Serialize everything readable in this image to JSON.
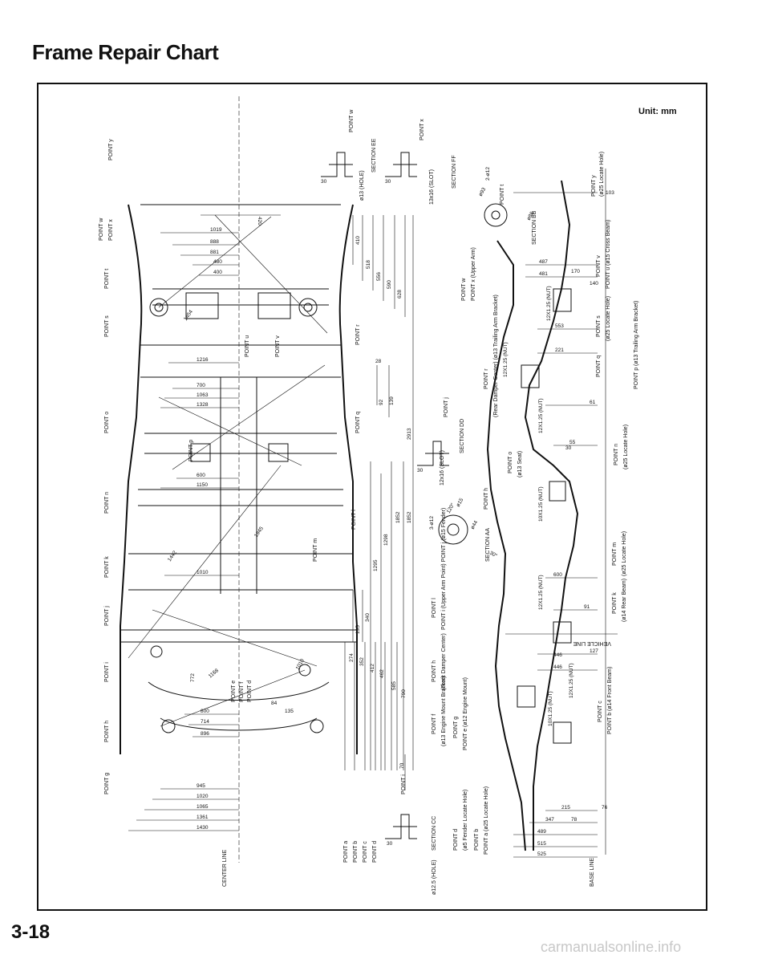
{
  "page": {
    "title": "Frame Repair Chart",
    "unit": "Unit: mm",
    "page_number": "3-18",
    "watermark": "carmanualsonline.info"
  },
  "top_view": {
    "center_line": "CENTER LINE",
    "points": [
      "POINT y",
      "POINT w",
      "POINT x",
      "POINT t",
      "POINT s",
      "POINT u",
      "POINT v",
      "POINT r",
      "POINT q",
      "POINT o",
      "POINT p",
      "POINT n",
      "POINT m",
      "POINT l",
      "POINT k",
      "POINT j",
      "POINT i",
      "POINT h",
      "POINT g",
      "POINT f",
      "POINT e",
      "POINT d",
      "POINT c",
      "POINT b",
      "POINT a"
    ],
    "dims_transverse": [
      "420",
      "1019",
      "888",
      "881",
      "480",
      "400",
      "1216",
      "700",
      "1063",
      "1328",
      "600",
      "1150",
      "1010",
      "772",
      "800",
      "714",
      "896",
      "945",
      "1020",
      "1065",
      "1361",
      "1430",
      "135",
      "84"
    ],
    "dims_diagonal": [
      "1454",
      "1945",
      "1442",
      "1168",
      "1010"
    ],
    "dims_longitudinal": [
      "410",
      "518",
      "556",
      "590",
      "628",
      "28",
      "92",
      "139",
      "2913",
      "1295",
      "1298",
      "1852",
      "195",
      "340",
      "274",
      "352",
      "412",
      "462",
      "585",
      "790",
      "70"
    ],
    "sections": {
      "ee": {
        "title": "SECTION EE",
        "hole": "ø13 (HOLE)",
        "dim": "30",
        "point": "POINT w"
      },
      "ff": {
        "title": "SECTION FF",
        "hole": "13x16 (SLOT)",
        "dim": "30",
        "point": "POINT x"
      },
      "dd": {
        "title": "SECTION DD",
        "hole": "12x16 (SLOT)",
        "dim": "30",
        "point": "POINT j"
      },
      "cc": {
        "title": "SECTION CC",
        "hole": "ø12.5 (HOLE)",
        "dim": "30",
        "point": "POINT i"
      },
      "aa": {
        "title": "SECTION AA",
        "dims": [
          "3-ø12",
          "120°",
          "ø15",
          "ø44",
          "30°",
          "ø15"
        ],
        "point": "POINT h"
      },
      "bb": {
        "title": "SECTION BB",
        "dims": [
          "ø93",
          "2-ø12",
          "ø15",
          "ø86"
        ],
        "point": "POINT t"
      }
    },
    "point_stack": [
      "POINT a",
      "POINT b",
      "POINT c",
      "POINT d"
    ]
  },
  "side_view": {
    "base_line": "BASE LINE",
    "vehicle_line": "VEHICLE LINE",
    "point_notes": [
      {
        "point": "POINT y",
        "note": "(ø25 Locate Hole)"
      },
      {
        "point": "POINT w",
        "note": "POINT x (Upper Arm)"
      },
      {
        "point": "POINT v",
        "note": "POINT u (ø15 Cross Beam)"
      },
      {
        "point": "POINT s",
        "note": "(ø25 Locate Hole)"
      },
      {
        "point": "POINT q",
        "note": "POINT p (ø13 Trailing Arm Bracket)"
      },
      {
        "point": "POINT r",
        "note": "(Rear Damper Center) (ø13 Trailing Arm Bracket)"
      },
      {
        "point": "POINT o",
        "note": "(ø13 Seat)"
      },
      {
        "point": "POINT n",
        "note": "(ø25 Locate Hole)"
      },
      {
        "point": "POINT m",
        "note": "(ø25 Locate Hole)"
      },
      {
        "point": "POINT k",
        "note": "(ø14 Rear Beam)"
      },
      {
        "point": "POINT l",
        "note": "POINT i (Upper Arm Point) POINT j (ø15 Fender)"
      },
      {
        "point": "POINT h",
        "note": "(Front Damper Center)"
      },
      {
        "point": "POINT f",
        "note": "(ø13 Engine Mount Bracket)"
      },
      {
        "point": "POINT g",
        "note": "POINT e (ø12 Engine Mount)"
      },
      {
        "point": "POINT d",
        "note": "(ø5 Fender Locate Hole)"
      },
      {
        "point": "POINT b",
        "note": "POINT a (ø25 Locate Hole)"
      },
      {
        "point": "POINT c",
        "note": "POINT b (ø14 Front Beam)"
      }
    ],
    "bolts": [
      "12X1.25 (NUT)",
      "12X1.25 (NUT)",
      "12X1.25 (NUT)",
      "12X1.25 (NUT)",
      "10X1.25 (NUT)",
      "12X1.25 (NUT)",
      "10X1.25 (NUT)"
    ],
    "dims": [
      "103",
      "487",
      "481",
      "140",
      "553",
      "221",
      "61",
      "55",
      "600",
      "91",
      "127",
      "446",
      "446",
      "76",
      "215",
      "347",
      "489",
      "515",
      "525",
      "170",
      "78",
      "30"
    ]
  }
}
